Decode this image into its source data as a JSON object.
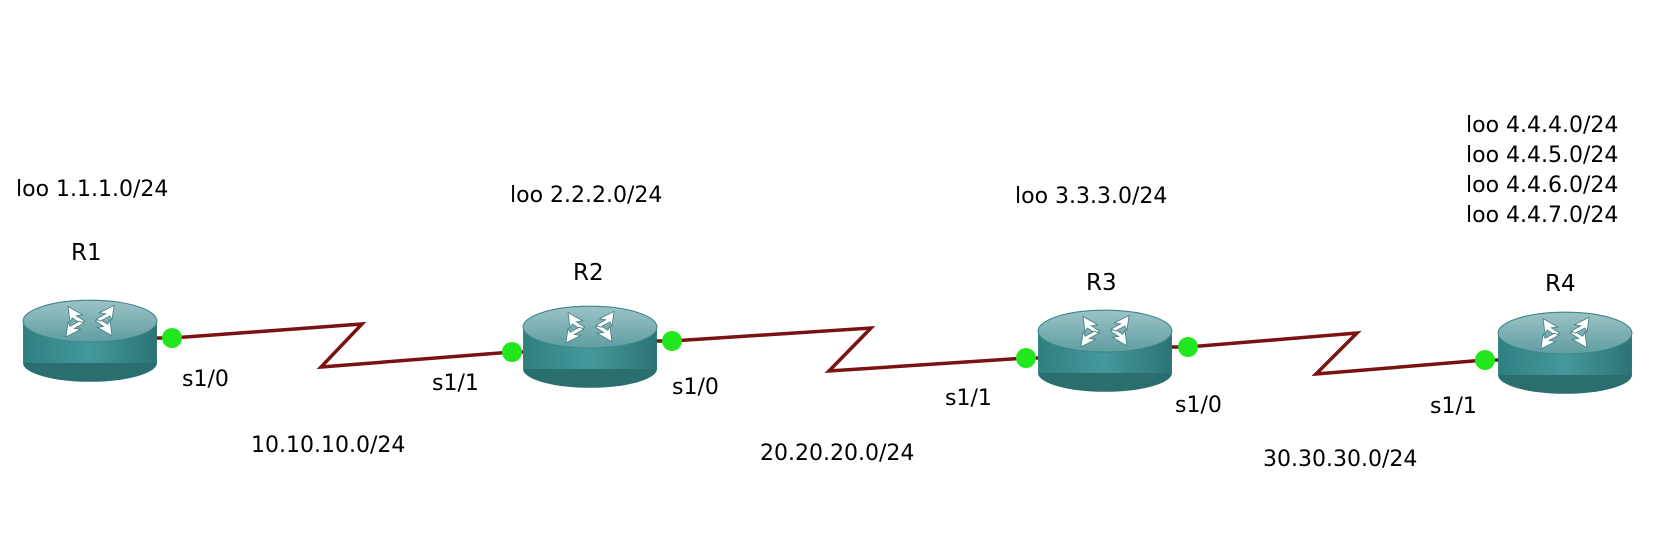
{
  "routers": [
    {
      "name": "R1",
      "loopbacks": [
        "loo 1.1.1.0/24"
      ]
    },
    {
      "name": "R2",
      "loopbacks": [
        "loo 2.2.2.0/24"
      ]
    },
    {
      "name": "R3",
      "loopbacks": [
        "loo 3.3.3.0/24"
      ]
    },
    {
      "name": "R4",
      "loopbacks": [
        "loo 4.4.4.0/24",
        "loo 4.4.5.0/24",
        "loo 4.4.6.0/24",
        "loo 4.4.7.0/24"
      ]
    }
  ],
  "links": [
    {
      "subnet": "10.10.10.0/24",
      "left_if": "s1/0",
      "right_if": "s1/1"
    },
    {
      "subnet": "20.20.20.0/24",
      "left_if": "s1/0",
      "right_if": "s1/1"
    },
    {
      "subnet": "30.30.30.0/24",
      "left_if": "s1/0",
      "right_if": "s1/1"
    }
  ],
  "colors": {
    "router_top": "#6fa3a8",
    "router_body": "#3a8a8c",
    "router_dark": "#2a6e70",
    "link": "#7a1212",
    "port": "#22e61e",
    "text": "#000000"
  }
}
